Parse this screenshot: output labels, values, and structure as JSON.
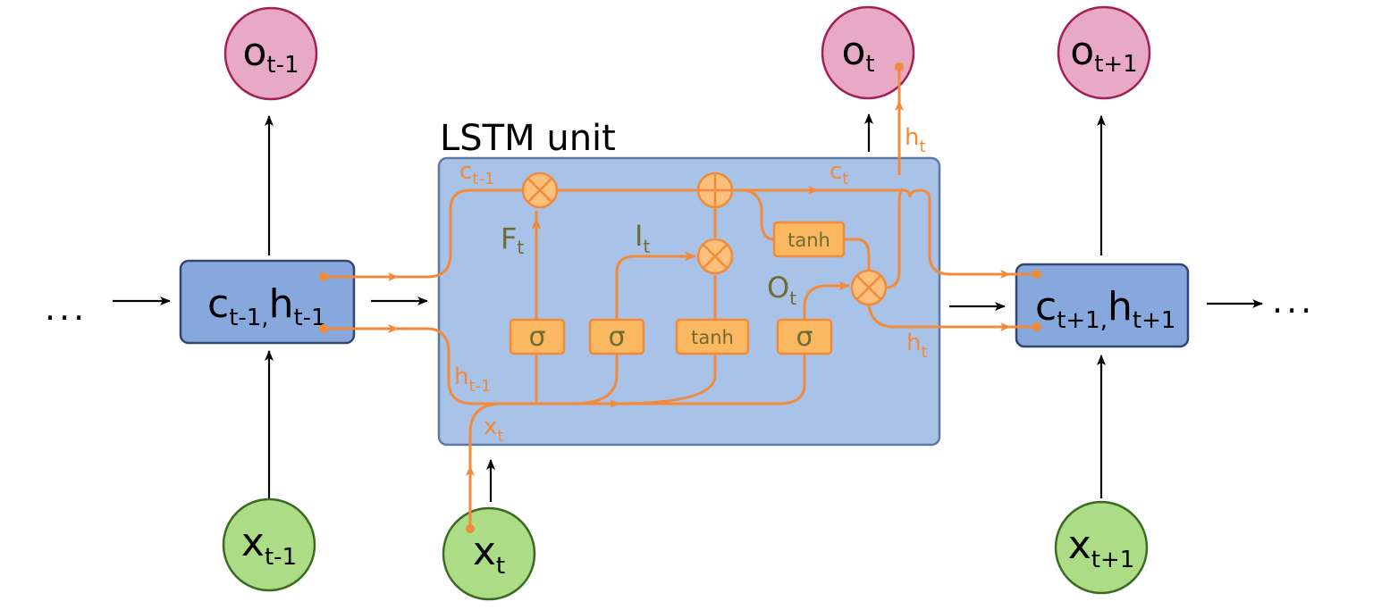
{
  "title": "LSTM unit",
  "ellipsis_left": "...",
  "ellipsis_right": "...",
  "outputs": [
    {
      "base": "o",
      "sub": "t-1"
    },
    {
      "base": "o",
      "sub": "t"
    },
    {
      "base": "o",
      "sub": "t+1"
    }
  ],
  "inputs": [
    {
      "base": "x",
      "sub": "t-1"
    },
    {
      "base": "x",
      "sub": "t"
    },
    {
      "base": "x",
      "sub": "t+1"
    }
  ],
  "states": [
    {
      "c_sub": "t-1,",
      "h_sub": "t-1"
    },
    {
      "c_sub": "t+1,",
      "h_sub": "t+1"
    }
  ],
  "cell_labels": {
    "c_prev": {
      "base": "c",
      "sub": "t-1"
    },
    "c_t": {
      "base": "c",
      "sub": "t"
    },
    "h_prev": {
      "base": "h",
      "sub": "t-1"
    },
    "h_t_top": {
      "base": "h",
      "sub": "t"
    },
    "h_t_right": {
      "base": "h",
      "sub": "t"
    },
    "x_t": {
      "base": "x",
      "sub": "t"
    }
  },
  "gate_labels": {
    "forget": {
      "base": "F",
      "sub": "t"
    },
    "input": {
      "base": "I",
      "sub": "t"
    },
    "output": {
      "base": "O",
      "sub": "t"
    }
  },
  "gates": {
    "sigma": "σ",
    "tanh": "tanh"
  },
  "colors": {
    "orange": "#f28a3b",
    "lstm_box": "#a9c3e8",
    "state_box": "#86a8dd",
    "output_circle": "#e8a9c4",
    "input_circle": "#acdc85",
    "gate_box": "#fcb861"
  }
}
